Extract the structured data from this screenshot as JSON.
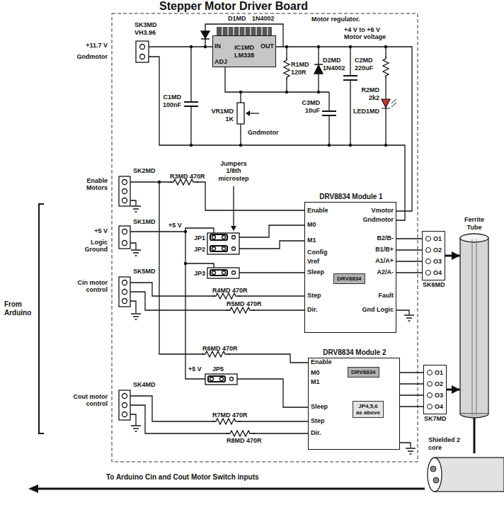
{
  "diagram": {
    "title": "Stepper Motor Driver Board",
    "nodes": [
      {
        "text": [
          "IC1MD",
          "LM338"
        ]
      },
      {
        "text": [
          "DRV8834 Module 1"
        ]
      },
      {
        "text": [
          "DRV8834"
        ],
        "in": 1
      },
      {
        "text": [
          "O1",
          "O2",
          "O3",
          "O4",
          "SK6MD"
        ]
      },
      {
        "text": [
          "DRV8834 Module 2"
        ]
      },
      {
        "text": [
          "DRV8834"
        ],
        "in": 4
      },
      {
        "text": [
          "JP4,5,6 as above"
        ],
        "in": 4
      },
      {
        "text": [
          "O1",
          "O2",
          "O3",
          "O4",
          "SK7MD"
        ]
      },
      {
        "text": [
          "Ferrite Tube"
        ]
      },
      {
        "text": [
          "Shielded 2 core"
        ]
      }
    ],
    "edges": [
      {
        "from": 3,
        "to": 8,
        "arrow": "to"
      },
      {
        "from": 7,
        "to": 8,
        "arrow": "to"
      },
      {
        "from": 8,
        "to": 9,
        "arrow": "none"
      }
    ],
    "labels": [
      "Motor regulator.",
      "D1MD",
      "1N4002",
      "SK3MD",
      "VH3.96",
      "+11.7 V",
      "Gndmotor",
      "C1MD",
      "100nF",
      "IN",
      "OUT",
      "ADJ",
      "R1MD",
      "120R",
      "D2MD",
      "1N4002",
      "C3MD",
      "10uF",
      "+4 V to +6 V Motor voltage",
      "C2MD",
      "220uF",
      "R2MD",
      "2k2",
      "LED1MD",
      "VR1MD",
      "1K",
      "Gndmotor",
      "SK2MD",
      "Enable Motors",
      "R3MD",
      "470R",
      "Jumpers 1/8th microstep",
      "SK1MD",
      "+5 V",
      "Logic Ground",
      "+5 V",
      "JP1",
      "JP2",
      "JP3",
      "SK5MD",
      "Cin motor control",
      "R4MD",
      "470R",
      "R5MD",
      "470R",
      "Enable",
      "M0",
      "M1",
      "Config",
      "Vref",
      "Sleep",
      "Step",
      "Dir.",
      "Vmotor",
      "Gndmotor",
      "B2/B-",
      "B1/B+",
      "A1/A+",
      "A2/A-",
      "Fault",
      "Gnd Logic",
      "R6MD",
      "470R",
      "+5 V",
      "JP5",
      "SK4MD",
      "Cout motor control",
      "R7MD",
      "470R",
      "R8MD",
      "470R",
      "Enable",
      "M0",
      "M1",
      "Sleep",
      "Step",
      "Dir.",
      "From Arduino",
      "To Arduino Cin and Cout Motor Switch inputs"
    ]
  }
}
